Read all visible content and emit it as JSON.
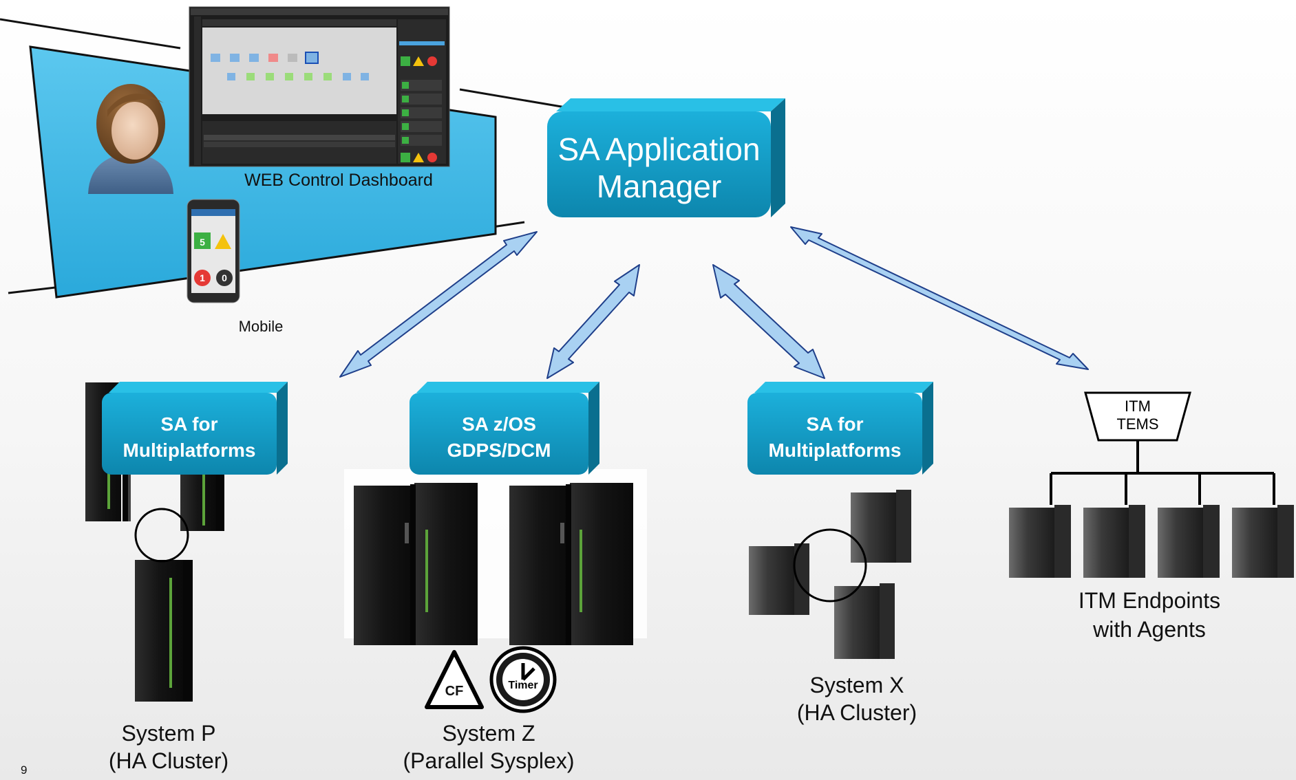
{
  "page_number": "9",
  "manager": {
    "line1": "SA Application",
    "line2": "Manager"
  },
  "dashboard_caption": "WEB Control Dashboard",
  "mobile_caption": "Mobile",
  "mobile_screen": {
    "green_value": "5",
    "red_value": "1",
    "dark_value": "0"
  },
  "boxes": {
    "p": {
      "line1": "SA for",
      "line2": "Multiplatforms"
    },
    "z": {
      "line1": "SA z/OS",
      "line2": "GDPS/DCM"
    },
    "x": {
      "line1": "SA for",
      "line2": "Multiplatforms"
    }
  },
  "tems": {
    "line1": "ITM",
    "line2": "TEMS"
  },
  "cf_label": "CF",
  "timer_label": "Timer",
  "systems": {
    "p": {
      "line1": "System P",
      "line2": "(HA Cluster)"
    },
    "z": {
      "line1": "System Z",
      "line2": "(Parallel Sysplex)"
    },
    "x": {
      "line1": "System X",
      "line2": "(HA Cluster)"
    },
    "itm": {
      "line1": "ITM Endpoints",
      "line2": "with Agents"
    }
  },
  "colors": {
    "box_top": "#29b4d8",
    "box_face": "#0f93bc",
    "box_side": "#0a6f8f",
    "arrow_fill": "#a9d1f2",
    "arrow_stroke": "#1f3f8a",
    "panel_blue": "#35b8e4",
    "server_dark": "#1b1b1b"
  }
}
